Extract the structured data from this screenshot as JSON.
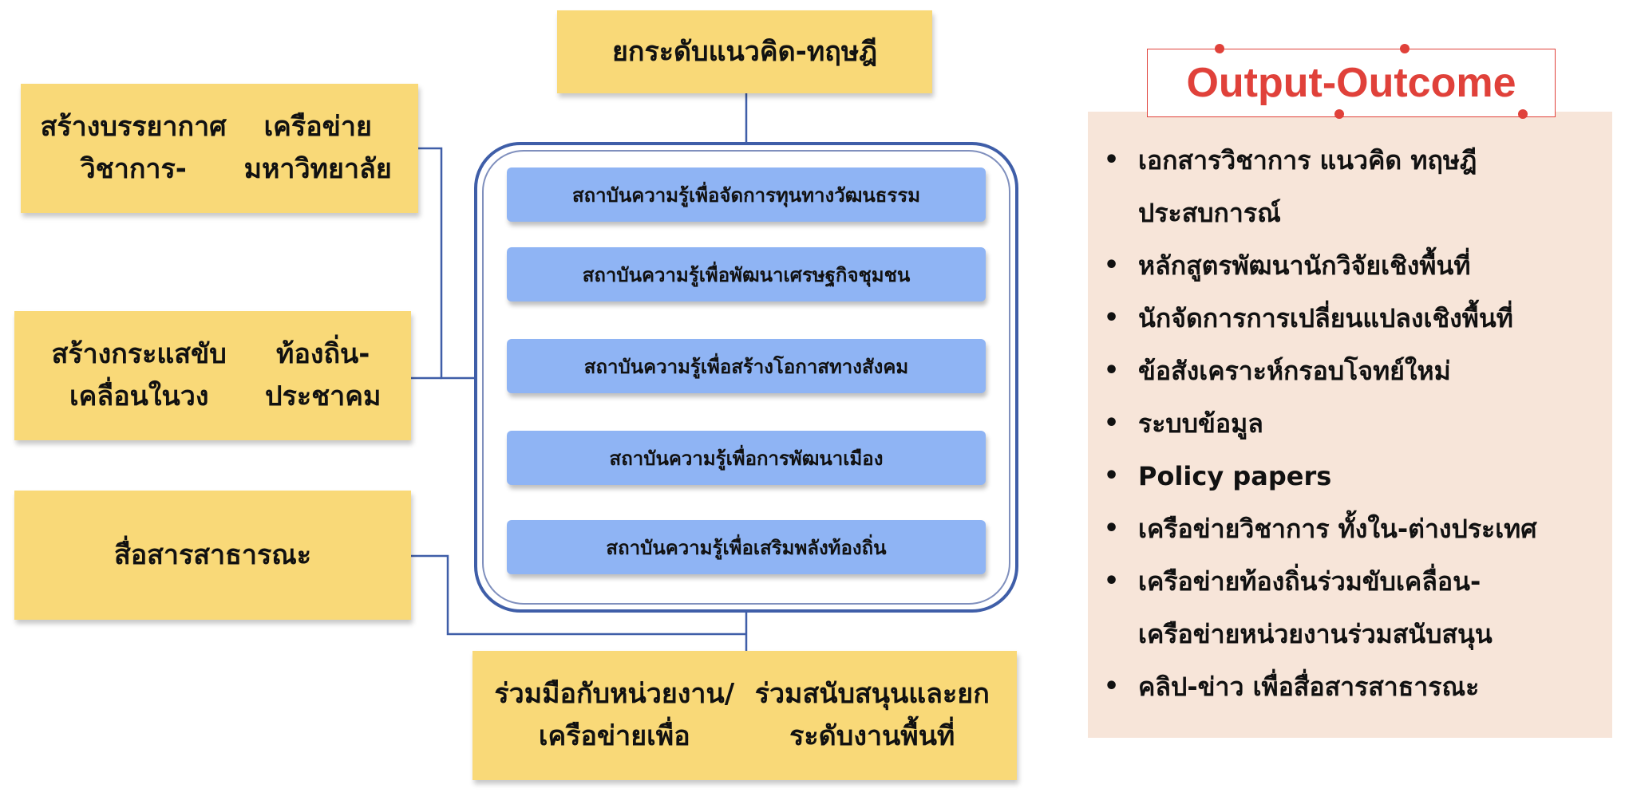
{
  "top_box": {
    "line_1": "ยกระดับแนวคิด-ทฤษฎี"
  },
  "left_boxes": [
    {
      "line_1": "สร้างบรรยากาศวิชาการ-",
      "line_2": "เครือข่ายมหาวิทยาลัย"
    },
    {
      "line_1": "สร้างกระแสขับเคลื่อนในวง",
      "line_2": "ท้องถิ่น-ประชาคม"
    },
    {
      "line_1": "สื่อสารสาธารณะ",
      "line_2": ""
    }
  ],
  "institutes": [
    {
      "label": "สถาบันความรู้เพื่อจัดการทุนทางวัฒนธรรม"
    },
    {
      "label": "สถาบันความรู้เพื่อพัฒนาเศรษฐกิจชุมชน"
    },
    {
      "label": "สถาบันความรู้เพื่อสร้างโอกาสทางสังคม"
    },
    {
      "label": "สถาบันความรู้เพื่อการพัฒนาเมือง"
    },
    {
      "label": "สถาบันความรู้เพื่อเสริมพลังท้องถิ่น"
    }
  ],
  "bottom_box": {
    "line_1": "ร่วมมือกับหน่วยงาน/เครือข่ายเพื่อ",
    "line_2": "ร่วมสนับสนุนและยกระดับงานพื้นที่"
  },
  "output": {
    "title": "Output-Outcome",
    "bullet_symbol": "•",
    "items": [
      {
        "line_1": "เอกสารวิชาการ แนวคิด ทฤษฎี",
        "line_2": "ประสบการณ์"
      },
      {
        "line_1": "หลักสูตรพัฒนานักวิจัยเชิงพื้นที่",
        "line_2": ""
      },
      {
        "line_1": "นักจัดการการเปลี่ยนแปลงเชิงพื้นที่",
        "line_2": ""
      },
      {
        "line_1": "ข้อสังเคราะห์กรอบโจทย์ใหม่",
        "line_2": ""
      },
      {
        "line_1": "ระบบข้อมูล",
        "line_2": ""
      },
      {
        "line_1": "Policy papers",
        "line_2": ""
      },
      {
        "line_1": "เครือข่ายวิชาการ ทั้งใน-ต่างประเทศ",
        "line_2": ""
      },
      {
        "line_1": "เครือข่ายท้องถิ่นร่วมขับเคลื่อน-",
        "line_2": "เครือข่ายหน่วยงานร่วมสนับสนุน"
      },
      {
        "line_1": "คลิป-ข่าว เพื่อสื่อสารสาธารณะ",
        "line_2": ""
      }
    ]
  },
  "colors": {
    "yellow_box": "#f9d978",
    "institute_box": "#8fb4f4",
    "connector": "#3f5ea8",
    "output_panel": "#f7e5d9",
    "output_title": "#e0413a"
  }
}
